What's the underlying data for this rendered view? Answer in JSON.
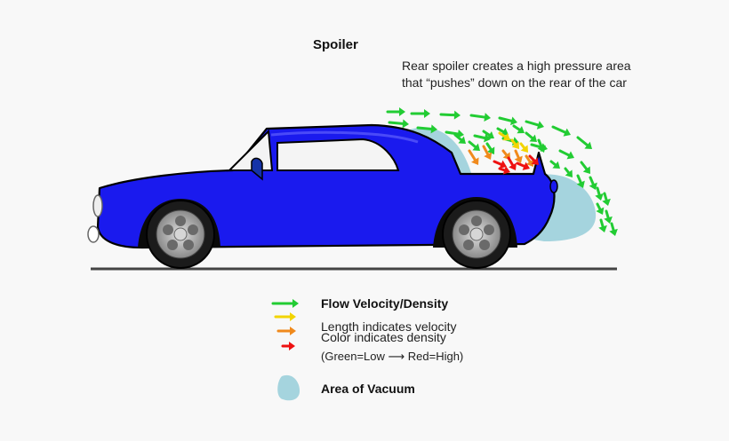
{
  "diagram": {
    "title": "Spoiler",
    "description_line1": "Rear spoiler creates a high pressure area",
    "description_line2": "that “pushes” down on the rear of the car"
  },
  "legend": {
    "flow_label": "Flow Velocity/Density",
    "length_label": "Length indicates velocity",
    "color_label": "Color indicates density",
    "scale_label": "(Green=Low ⟶  Red=High)",
    "vacuum_label": "Area of Vacuum"
  },
  "colors": {
    "car_body": "#1a1aee",
    "low_density": "#22cc33",
    "medium_low_density": "#f2d400",
    "medium_high_density": "#f08a1c",
    "high_density": "#ee1111",
    "vacuum": "#a5d4de"
  }
}
